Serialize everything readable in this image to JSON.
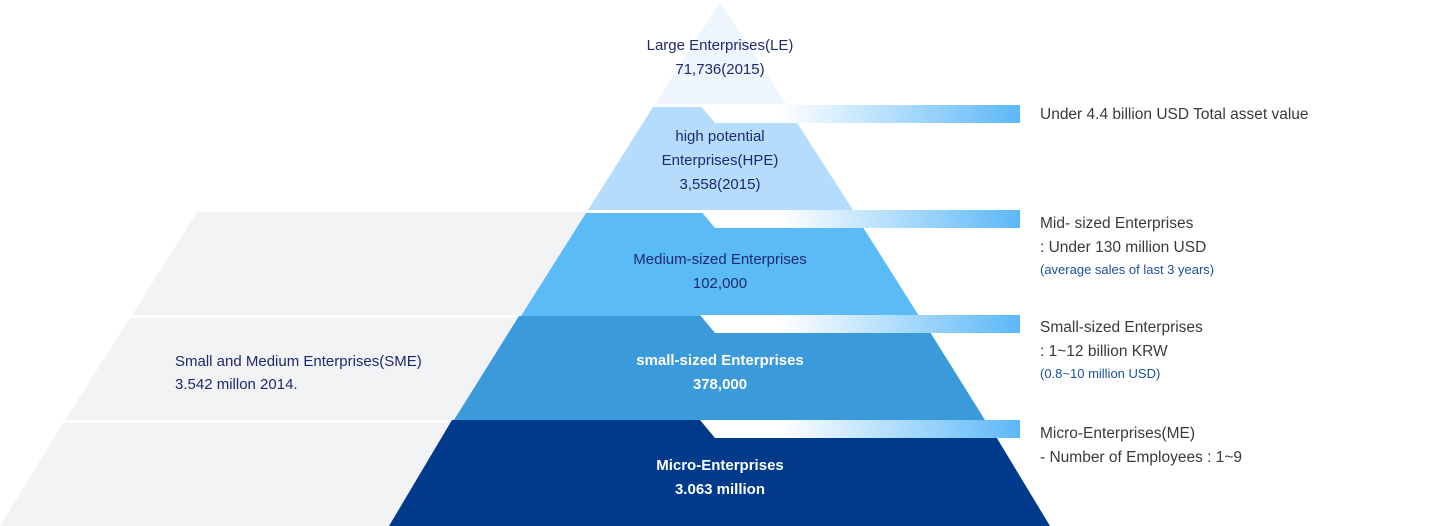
{
  "pyramid": {
    "le": {
      "name": "Large Enterprises(LE)",
      "value": "71,736(2015)",
      "color": "#eff5fd"
    },
    "hpe": {
      "line1": "high potential",
      "line2": "Enterprises(HPE)",
      "value": "3,558(2015)",
      "color": "#b5dcfb"
    },
    "medium": {
      "name": "Medium-sized Enterprises",
      "value": "102,000",
      "color": "#5abbf7"
    },
    "small": {
      "name": "small-sized Enterprises",
      "value": "378,000",
      "color": "#3b9ad9"
    },
    "micro": {
      "name": "Micro-Enterprises",
      "value": "3.063 million",
      "color": "#003a8a"
    }
  },
  "sme": {
    "line1": "Small and Medium Enterprises(SME)",
    "line2": "3.542 millon 2014.",
    "bg_color": "#f2f3f5"
  },
  "descriptions": {
    "hpe": {
      "line1": "Under 4.4 billion USD Total asset value"
    },
    "medium": {
      "line1": "Mid- sized Enterprises",
      "line2": ": Under 130 million USD",
      "note": "(average sales of last 3 years)"
    },
    "small": {
      "line1": "Small-sized Enterprises",
      "line2": ": 1~12 billion KRW",
      "note": "(0.8~10 million USD)"
    },
    "micro": {
      "line1": "Micro-Enterprises(ME)",
      "line2": "- Number of Employees : 1~9"
    }
  },
  "connector_color": "#5bb8f7"
}
